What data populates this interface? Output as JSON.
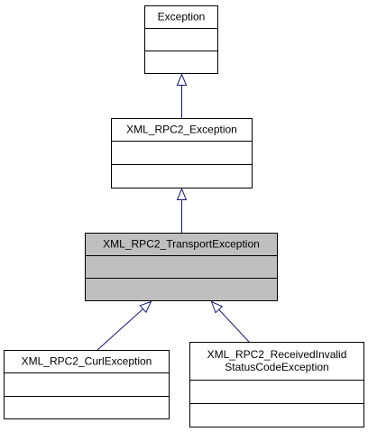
{
  "diagram": {
    "type": "class-inheritance",
    "colors": {
      "edge": "#191970",
      "box_border": "#000000",
      "box_fill": "#ffffff",
      "focus_fill": "#bfbfbf"
    },
    "classes": [
      {
        "id": "exception",
        "lines": [
          "Exception"
        ]
      },
      {
        "id": "xml-rpc2-exception",
        "lines": [
          "XML_RPC2_Exception"
        ]
      },
      {
        "id": "xml-rpc2-transport-exception",
        "lines": [
          "XML_RPC2_TransportException"
        ],
        "focus": true
      },
      {
        "id": "xml-rpc2-curl-exception",
        "lines": [
          "XML_RPC2_CurlException"
        ]
      },
      {
        "id": "xml-rpc2-received-invalid-status-code-exception",
        "lines": [
          "XML_RPC2_ReceivedInvalid",
          "StatusCodeException"
        ]
      }
    ],
    "inheritance": [
      {
        "from": "xml-rpc2-exception",
        "to": "exception"
      },
      {
        "from": "xml-rpc2-transport-exception",
        "to": "xml-rpc2-exception"
      },
      {
        "from": "xml-rpc2-curl-exception",
        "to": "xml-rpc2-transport-exception"
      },
      {
        "from": "xml-rpc2-received-invalid-status-code-exception",
        "to": "xml-rpc2-transport-exception"
      }
    ]
  }
}
